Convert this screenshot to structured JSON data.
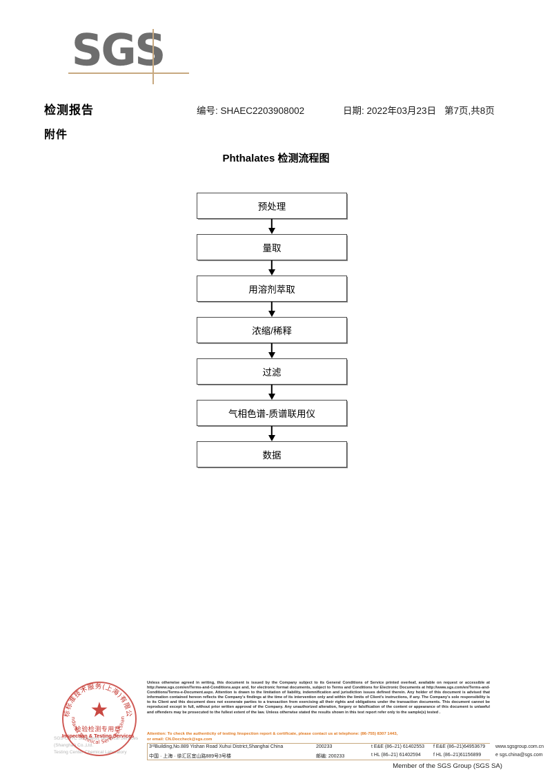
{
  "brand": {
    "logo_text": "SGS",
    "logo_color": "#6e6e6e",
    "rule_color": "#c7a87f"
  },
  "header": {
    "title": "检测报告",
    "report_no": "编号: SHAEC2203908002",
    "date": "日期: 2022年03月23日",
    "page": "第7页,共8页",
    "attachment_label": "附件"
  },
  "flowchart": {
    "title": "Phthalates 检测流程图",
    "nodes": [
      {
        "label": "预处理"
      },
      {
        "label": "量取"
      },
      {
        "label": "用溶剂萃取"
      },
      {
        "label": "浓缩/稀释"
      },
      {
        "label": "过滤"
      },
      {
        "label": "气相色谱-质谱联用仪"
      },
      {
        "label": "数据"
      }
    ],
    "arrow_count": 6
  },
  "seal": {
    "arc_top_text": "通标标准技术服务(上海)有限公司",
    "center_cn": "检验检测专用章",
    "center_en": "Inspection & Testing Services",
    "arc_bottom_text": "SGS-CSTC Standards Technical Services (Shanghai) Co.,Ltd.",
    "star": "★",
    "color": "#c4352e",
    "underlying_line1": "SGS-CSTC Standards Technical Services (Shanghai) Co.,Ltd.",
    "underlying_line2": "Testing Center-Chemical Laboratory"
  },
  "footer": {
    "legal_paragraph": "Unless otherwise agreed in writing, this document is issued by the Company subject to its General Conditions of Service printed overleaf, available on request or accessible at http://www.sgs.com/en/Terms-and-Conditions.aspx and, for electronic format documents, subject to Terms and Conditions for Electronic Documents at http://www.sgs.com/en/Terms-and-Conditions/Terms-e-Document.aspx. Attention is drawn to the limitation of liability, indemnification and jurisdiction issues defined therein. Any holder of this document is advised that information contained hereon reflects the Company's findings at the time of its intervention only and within the limits of Client's instructions, if any. The Company's sole responsibility is to its Client and this document does not exonerate parties to a transaction from exercising all their rights and obligations under the transaction documents. This document cannot be reproduced except in full, without prior written approval of the Company. Any unauthorized alteration, forgery or falsification of the content or appearance of this document is unlawful and offenders may be prosecuted to the fullest extent of the law. Unless otherwise stated the results shown in this test report refer only to the sample(s) tested .",
    "attention_line1": "Attention: To check the authenticity of testing /inspection report & certificate, please contact us at telephone: (86-755) 8307 1443,",
    "attention_line2": "or email: CN.Doccheck@sgs.com",
    "attention_color": "#e07820",
    "address_en": "3ʳᵈBuilding,No.889 Yishan Road Xuhui District,Shanghai China",
    "address_cn": "中国 · 上海 · 徐汇区宜山路889号3号楼",
    "zip_en": "200233",
    "zip_cn": "邮编: 200233",
    "tel_en_1": "t E&E (86–21) 61402553",
    "tel_en_2": "f E&E (86–21)64953679",
    "tel_cn_1": "t HL (86–21) 61402594",
    "tel_cn_2": "f HL (86–21)61156899",
    "web": "www.sgsgroup.com.cn",
    "email": "e  sgs.china@sgs.com",
    "member_line": "Member of the SGS Group (SGS SA)"
  }
}
